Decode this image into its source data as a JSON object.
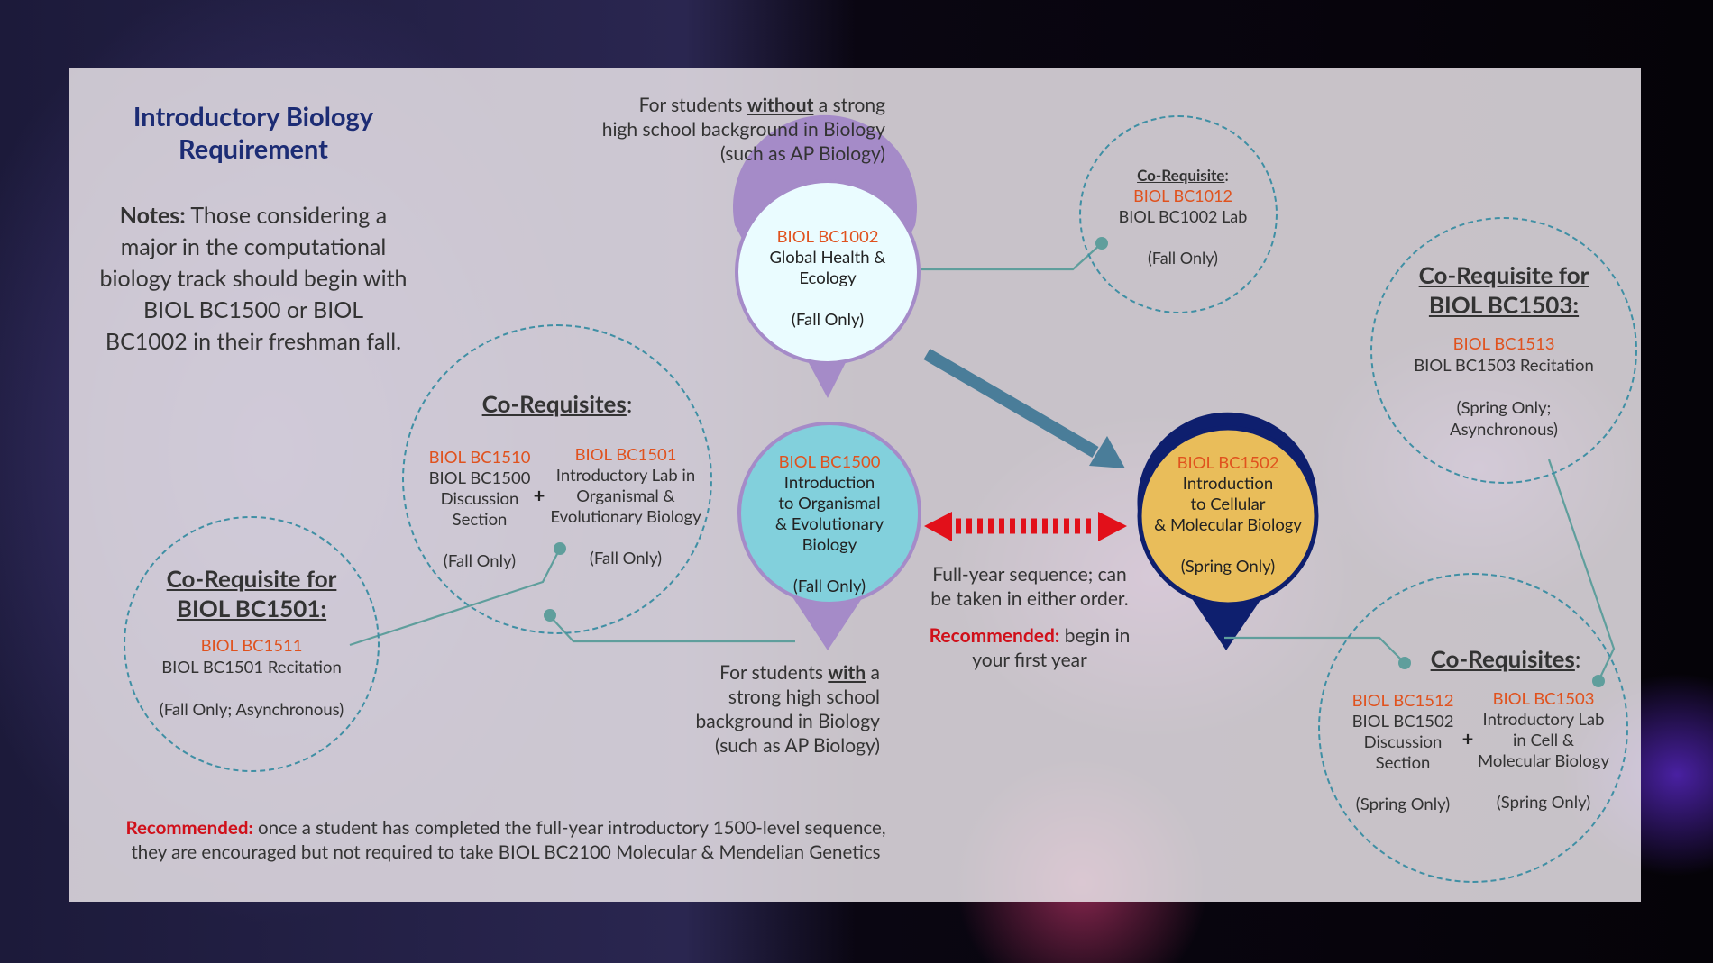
{
  "title": {
    "line1": "Introductory Biology",
    "line2": "Requirement"
  },
  "notes": {
    "label": "Notes:",
    "lines": [
      " Those considering a",
      "major in the computational",
      "biology track should begin with",
      "BIOL BC1500 or BIOL",
      "BC1002 in their freshman fall."
    ]
  },
  "top_caption": {
    "pre": "For students ",
    "emph": "without",
    "post": " a strong",
    "line2": "high school background in Biology",
    "line3": "(such as AP Biology)"
  },
  "bottom_caption": {
    "pre": "For students ",
    "emph": "with",
    "post": " a",
    "line2": "strong high school",
    "line3": "background in Biology",
    "line4": "(such as AP Biology)"
  },
  "nodes": {
    "bc1002": {
      "code": "BIOL BC1002",
      "name_lines": [
        "Global Health &",
        "Ecology"
      ],
      "term": "(Fall Only)"
    },
    "bc1500": {
      "code": "BIOL BC1500",
      "name_lines": [
        "Introduction",
        "to Organismal",
        "& Evolutionary",
        "Biology"
      ],
      "term": "(Fall Only)"
    },
    "bc1502": {
      "code": "BIOL BC1502",
      "name_lines": [
        "Introduction",
        "to Cellular",
        "& Molecular Biology"
      ],
      "term": "(Spring Only)"
    }
  },
  "coreq_1012": {
    "heading": "Co-Requisite",
    "colon": ":",
    "code": "BIOL BC1012",
    "name": "BIOL BC1002 Lab",
    "term": "(Fall Only)"
  },
  "coreq_1503": {
    "heading_lines": [
      "Co-Requisite for",
      "BIOL BC1503:"
    ],
    "code": "BIOL BC1513",
    "name": "BIOL BC1503 Recitation",
    "term_lines": [
      "(Spring Only;",
      "Asynchronous)"
    ]
  },
  "coreq_1501": {
    "heading_lines": [
      "Co-Requisite for",
      "BIOL BC1501:"
    ],
    "code": "BIOL BC1511",
    "name": "BIOL BC1501 Recitation",
    "term": "(Fall Only; Asynchronous)"
  },
  "coreqs_fall": {
    "heading": "Co-Requisites",
    "colon": ":",
    "left": {
      "code": "BIOL BC1510",
      "name_lines": [
        "BIOL BC1500",
        "Discussion",
        "Section"
      ],
      "term": "(Fall Only)"
    },
    "plus": "+",
    "right": {
      "code": "BIOL BC1501",
      "name_lines": [
        "Introductory Lab in",
        "Organismal &",
        "Evolutionary Biology"
      ],
      "term": "(Fall Only)"
    }
  },
  "coreqs_spring": {
    "heading": "Co-Requisites",
    "colon": ":",
    "left": {
      "code": "BIOL BC1512",
      "name_lines": [
        "BIOL BC1502",
        "Discussion",
        "Section"
      ],
      "term": "(Spring Only)"
    },
    "plus": "+",
    "right": {
      "code": "BIOL BC1503",
      "name_lines": [
        "Introductory Lab",
        "in Cell &",
        "Molecular Biology"
      ],
      "term": "(Spring Only)"
    }
  },
  "sequence": {
    "line1": "Full-year sequence; can",
    "line2": "be taken in either order.",
    "rec_label": "Recommended:",
    "rec_text": " begin in",
    "rec_line2": "your first year"
  },
  "footer": {
    "rec_label": "Recommended:",
    "line1": " once a student has completed the full-year introductory 1500-level sequence,",
    "line2": "they are encouraged but not required to take BIOL BC2100 Molecular & Mendelian Genetics"
  },
  "colors": {
    "accent_navy": "#1c2c74",
    "course_code": "#e0521e",
    "recommended": "#d0101a",
    "bc1002_fill": "#eafcff",
    "bc1500_fill": "#82d0dc",
    "bc1502_fill": "#e9bd5a",
    "pin_purple": "#a58bc8",
    "pin_navy": "#0e1f6e"
  }
}
